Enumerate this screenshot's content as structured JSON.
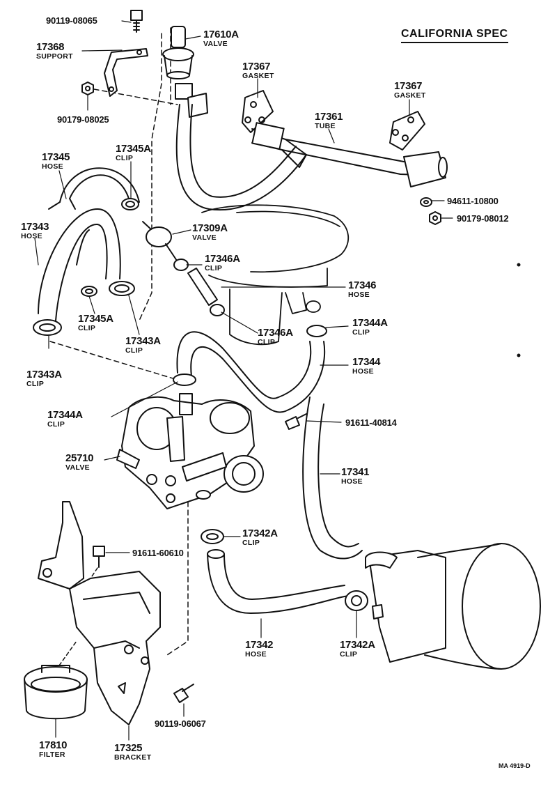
{
  "header": {
    "spec": "CALIFORNIA SPEC"
  },
  "footer": {
    "code": "MA 4919-D"
  },
  "parts": {
    "p90119_08065": "90119-08065",
    "p17368": {
      "num": "17368",
      "name": "SUPPORT"
    },
    "p90179_08025": "90179-08025",
    "p17610A": {
      "num": "17610A",
      "name": "VALVE"
    },
    "p17367_left": {
      "num": "17367",
      "name": "GASKET"
    },
    "p17367_right": {
      "num": "17367",
      "name": "GASKET"
    },
    "p17361": {
      "num": "17361",
      "name": "TUBE"
    },
    "p94611_10800": "94611-10800",
    "p90179_08012": "90179-08012",
    "p17345": {
      "num": "17345",
      "name": "HOSE"
    },
    "p17345A_top": {
      "num": "17345A",
      "name": "CLIP"
    },
    "p17343": {
      "num": "17343",
      "name": "HOSE"
    },
    "p17309A": {
      "num": "17309A",
      "name": "VALVE"
    },
    "p17346A_top": {
      "num": "17346A",
      "name": "CLIP"
    },
    "p17346": {
      "num": "17346",
      "name": "HOSE"
    },
    "p17345A_bottom": {
      "num": "17345A",
      "name": "CLIP"
    },
    "p17343A_mid": {
      "num": "17343A",
      "name": "CLIP"
    },
    "p17346A_bottom": {
      "num": "17346A",
      "name": "CLIP"
    },
    "p17344A_right": {
      "num": "17344A",
      "name": "CLIP"
    },
    "p17343A_left": {
      "num": "17343A",
      "name": "CLIP"
    },
    "p17344": {
      "num": "17344",
      "name": "HOSE"
    },
    "p17344A_left": {
      "num": "17344A",
      "name": "CLIP"
    },
    "p91611_40814": "91611-40814",
    "p25710": {
      "num": "25710",
      "name": "VALVE"
    },
    "p17341": {
      "num": "17341",
      "name": "HOSE"
    },
    "p17342A_top": {
      "num": "17342A",
      "name": "CLIP"
    },
    "p91611_60610": "91611-60610",
    "p17342": {
      "num": "17342",
      "name": "HOSE"
    },
    "p17342A_bottom": {
      "num": "17342A",
      "name": "CLIP"
    },
    "p90119_06067": "90119-06067",
    "p17810": {
      "num": "17810",
      "name": "FILTER"
    },
    "p17325": {
      "num": "17325",
      "name": "BRACKET"
    }
  }
}
